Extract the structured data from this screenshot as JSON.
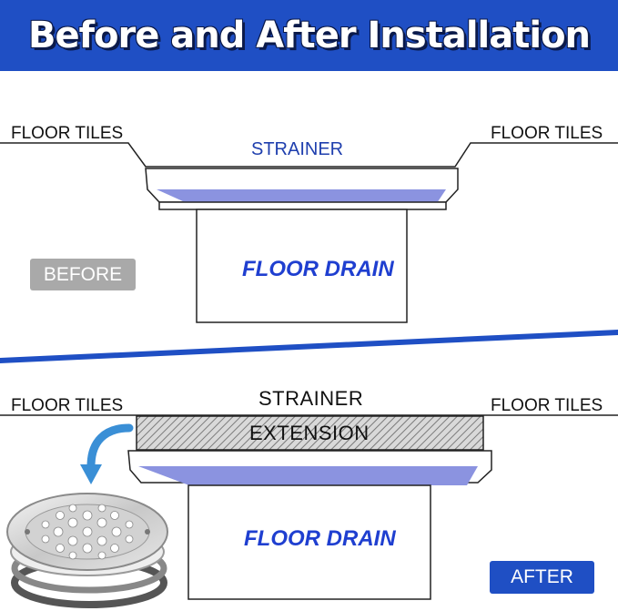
{
  "header": {
    "title": "Before and After Installation"
  },
  "before": {
    "floor_tiles_left": "FLOOR TILES",
    "floor_tiles_right": "FLOOR TILES",
    "strainer": "STRAINER",
    "floor_drain": "FLOOR DRAIN",
    "badge": "BEFORE"
  },
  "after": {
    "floor_tiles_left": "FLOOR TILES",
    "floor_tiles_right": "FLOOR TILES",
    "strainer": "STRAINER",
    "extension": "EXTENSION",
    "floor_drain": "FLOOR DRAIN",
    "badge": "AFTER"
  },
  "colors": {
    "header_bg": "#1f4fc4",
    "accent_blue": "#1f3fd0",
    "strainer_fill": "#8b93e0",
    "before_badge": "#a9a9a9",
    "divider": "#1f4fc4"
  }
}
